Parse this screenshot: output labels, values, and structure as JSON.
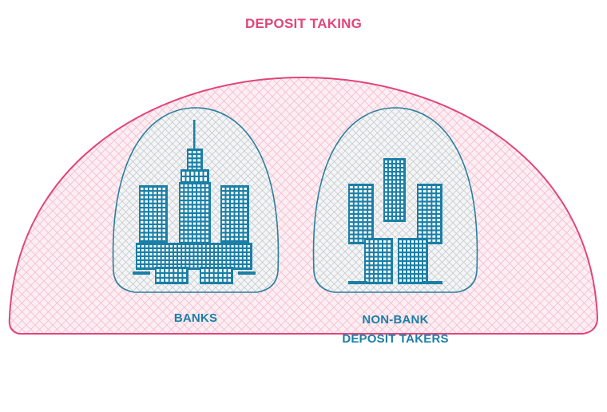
{
  "title": "DEPOSIT TAKING",
  "groups": [
    {
      "label_lines": [
        "BANKS"
      ],
      "icon": "skyscraper-cluster-icon"
    },
    {
      "label_lines": [
        "NON-BANK",
        "DEPOSIT TAKERS"
      ],
      "icon": "office-buildings-icon"
    }
  ],
  "colors": {
    "outer_border": "#e0457b",
    "outer_fill": "#fdeef3",
    "outer_hatch": "#f3bfd0",
    "accent_text": "#e0457b",
    "inner_border": "#2b7f9e",
    "inner_fill": "#f4f5f6",
    "inner_hatch": "#c9cccf",
    "building": "#1a7fa6",
    "label_text": "#1a7fa6"
  }
}
